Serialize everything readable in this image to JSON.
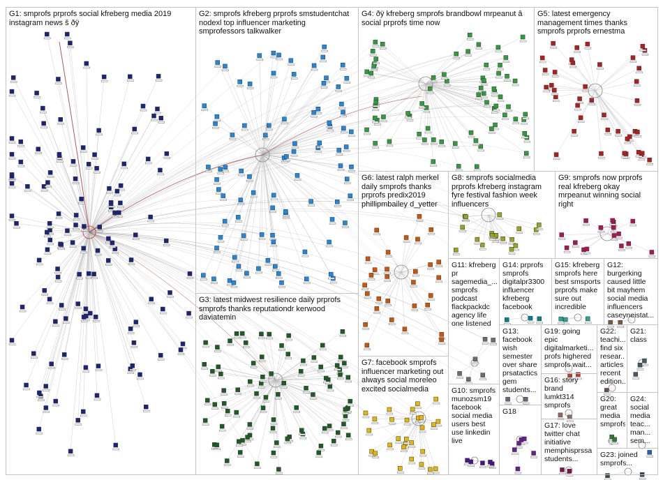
{
  "groups": {
    "g1": {
      "label": "G1: smprofs prprofs social kfreberg media 2019\ninstagram news š ðÿ"
    },
    "g2": {
      "label": "G2: smprofs kfreberg prprofs smstudentchat\nnodexl top influencer marketing\nsmprofessors talkwalker"
    },
    "g3": {
      "label": "G3: latest midwest resilience daily prprofs\nsmprofs thanks reputationdr kerwood\ndaviatemin"
    },
    "g4": {
      "label": "G4: ðÿ kfreberg smprofs brandbowl mrpeanut â\nsocial prprofs time now"
    },
    "g5": {
      "label": "G5: latest emergency\nmanagement times thanks\nsmprofs prprofs ernestma"
    },
    "g6": {
      "label": "G6: latest ralph merkel\ndaily smprofs thanks\nprprofs predix2019\nphillipmbailey d_yetter"
    },
    "g7": {
      "label": "G7: facebook smprofs\ninfluencer marketing out\nalways social moreleo\nexcited socialmedia"
    },
    "g8": {
      "label": "G8: smprofs socialmedia\nprprofs kfreberg instagram\nfyre festival fashion week\ninfluencers"
    },
    "g9": {
      "label": "G9: smprofs now prprofs\nreal kfreberg okay\nmrpeanut winning social\nright"
    },
    "g10": {
      "label": "G10: smprofs\nmunozsm19\nfacebook\nsocial media\nusers best\nuse linkedin\nlive"
    },
    "g11": {
      "label": "G11: kfreberg\npr\nsagemedia_...\nsmprofs\npodcast\nflackpackdc\nagency life\none listened"
    },
    "g12": {
      "label": "G12:\nburgerking\ncaused little\nbit mayhem\nsocial media\ninfluencers\ncaseyneistat..."
    },
    "g13": {
      "label": "G13:\nfacebook\nwish\nsemester\nover share\nprsatactics\ngem\nstudents..."
    },
    "g14": {
      "label": "G14: prprofs\nsmprofs\ndigitalpr3300\ninfluencer\nkfreberg\nfacebook"
    },
    "g15": {
      "label": "G15: kfreberg\nsmprofs here\nbest smsports\nprprofs make\nsure out\nincredible"
    },
    "g16": {
      "label": "G16: story\nbrand\nlumkt314\nsmprofs"
    },
    "g17": {
      "label": "G17: love\ntwitter chat\ninitiative\nmemphisprssa\nstudents..."
    },
    "g18": {
      "label": "G18"
    },
    "g19": {
      "label": "G19: going\nepic\ndigitalmarketi...\nprofs highered\nsmprofs wait..."
    },
    "g20": {
      "label": "G20:\ngreat\nmedia\nsmprofs"
    },
    "g21": {
      "label": "G21:\nclass"
    },
    "g22": {
      "label": "G22:\nteachi...\nfind six\nresear...\narticles\nrecent\nedition..."
    },
    "g23": {
      "label": "G23: joined\nsmprofs..."
    },
    "g24": {
      "label": "G24:\nsocial\nmedia\nteac...\nman...\nsem..."
    }
  },
  "colors": {
    "g1": "#1a237e",
    "g2": "#1e88e5",
    "g3": "#1b5e20",
    "g4": "#2e9e3a",
    "g5": "#b71c1c",
    "g6": "#d35400",
    "g7": "#e6b800",
    "g8": "#9aa51e",
    "g9": "#ad1457",
    "g10": "#4a148c",
    "g11": "#6d6d6d",
    "g12": "#7b5a3a",
    "g13": "#5d6d7e",
    "g14": "#00838f",
    "g15": "#26a69a",
    "g16": "#8d6e63",
    "g17": "#880e4f",
    "g18": "#6a1b9a",
    "g19": "#c0392b",
    "g20": "#2e7d32",
    "g21": "#455a64",
    "g22": "#6d4c41",
    "g23": "#37474f",
    "g24": "#1565c0",
    "edge": "#bdbdbd",
    "highlight_edge": "#a03030",
    "group_border": "#c4c4c4"
  }
}
